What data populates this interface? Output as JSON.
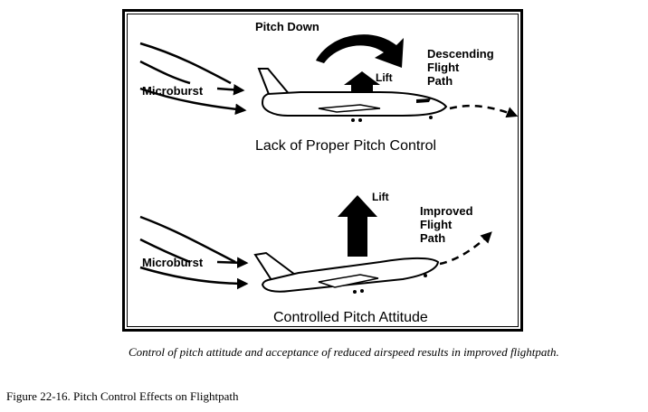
{
  "top_panel": {
    "pitch_label": "Pitch Down",
    "lift_label": "Lift",
    "flight_path_label": [
      "Descending",
      "Flight",
      "Path"
    ],
    "microburst_label": "Microburst",
    "title": "Lack of Proper Pitch Control"
  },
  "bottom_panel": {
    "lift_label": "Lift",
    "flight_path_label": [
      "Improved",
      "Flight",
      "Path"
    ],
    "microburst_label": "Microburst",
    "title": "Controlled Pitch Attitude"
  },
  "caption": "Control of pitch attitude and acceptance of reduced airspeed results in improved flightpath.",
  "figure_title": "Figure 22-16. Pitch Control Effects on Flightpath"
}
